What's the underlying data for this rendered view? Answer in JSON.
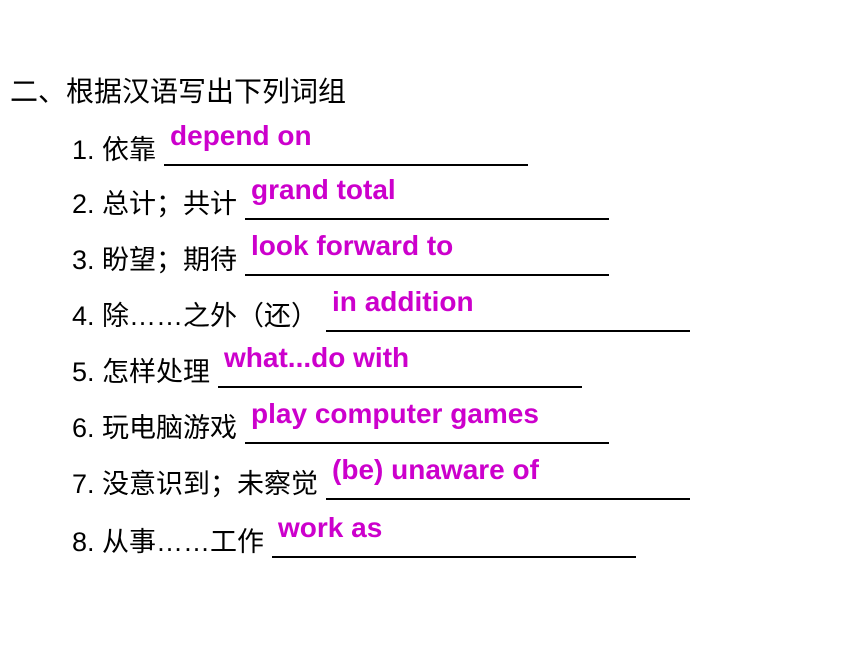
{
  "heading": "二、根据汉语写出下列词组",
  "accent_color": "#cc00cc",
  "items": [
    {
      "label": "1. 依靠",
      "answer": "depend on"
    },
    {
      "label": "2. 总计；共计",
      "answer": "grand total"
    },
    {
      "label": "3. 盼望；期待",
      "answer": "look forward to"
    },
    {
      "label": "4. 除……之外（还）",
      "answer": "in addition"
    },
    {
      "label": "5. 怎样处理",
      "answer": "what...do with"
    },
    {
      "label": "6. 玩电脑游戏",
      "answer": "play computer games"
    },
    {
      "label": "7. 没意识到；未察觉",
      "answer": "(be) unaware of"
    },
    {
      "label": "8. 从事……工作",
      "answer": "work as"
    }
  ]
}
